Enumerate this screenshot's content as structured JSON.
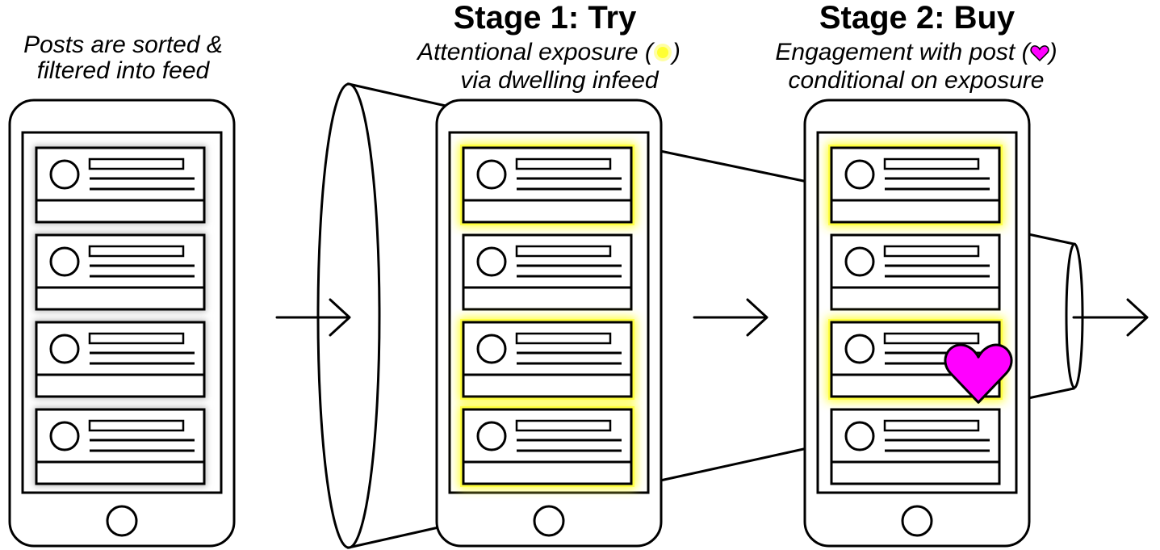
{
  "captions": {
    "left_line1": "Posts are sorted &",
    "left_line2": "filtered into feed",
    "stage1_title": "Stage 1: Try",
    "stage1_line1_before": "Attentional exposure (",
    "stage1_line1_after": ")",
    "stage1_line2": "via dwelling infeed",
    "stage2_title": "Stage 2: Buy",
    "stage2_line1_before": "Engagement with post (",
    "stage2_line1_after": ")",
    "stage2_line2": "conditional on exposure"
  },
  "colors": {
    "exposure_highlight": "#ffff33",
    "heart": "#ff00ff",
    "stroke": "#000000"
  },
  "icons": {
    "exposure": "yellow-glow-dot-icon",
    "engagement": "heart-icon",
    "home": "home-button-icon"
  },
  "phones": [
    {
      "name": "phone-feed",
      "posts": 4,
      "exposed": []
    },
    {
      "name": "phone-stage1",
      "posts": 4,
      "exposed": [
        0,
        2,
        3
      ]
    },
    {
      "name": "phone-stage2",
      "posts": 4,
      "exposed": [
        0,
        2
      ],
      "liked": 2
    }
  ]
}
